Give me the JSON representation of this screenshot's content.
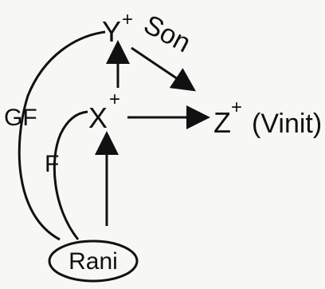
{
  "diagram": {
    "nodes": {
      "y": {
        "letter": "Y",
        "sign": "+"
      },
      "x": {
        "letter": "X",
        "sign": "+"
      },
      "z": {
        "letter": "Z",
        "sign": "+",
        "note": "(Vinit)"
      },
      "rani": {
        "label": "Rani"
      }
    },
    "relations": {
      "gf": "GF",
      "f": "F",
      "son": "Son"
    },
    "colors": {
      "ink": "#111111",
      "paper": "#f7f7f5"
    }
  }
}
